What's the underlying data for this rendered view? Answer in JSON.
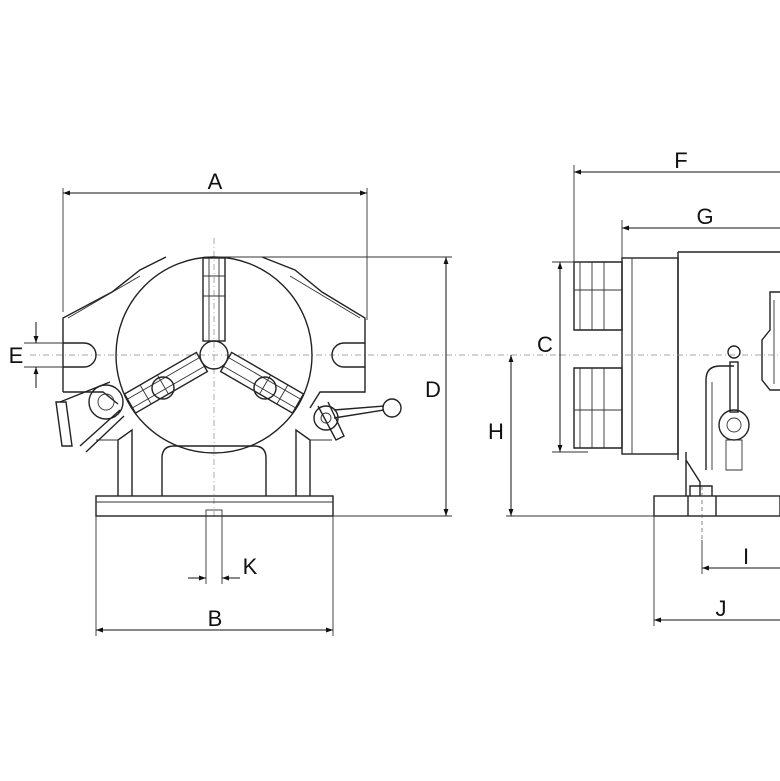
{
  "diagram": {
    "labels": {
      "A": "A",
      "B": "B",
      "C": "C",
      "D": "D",
      "E": "E",
      "F": "F",
      "G": "G",
      "H": "H",
      "I": "I",
      "J": "J",
      "K": "K"
    }
  }
}
